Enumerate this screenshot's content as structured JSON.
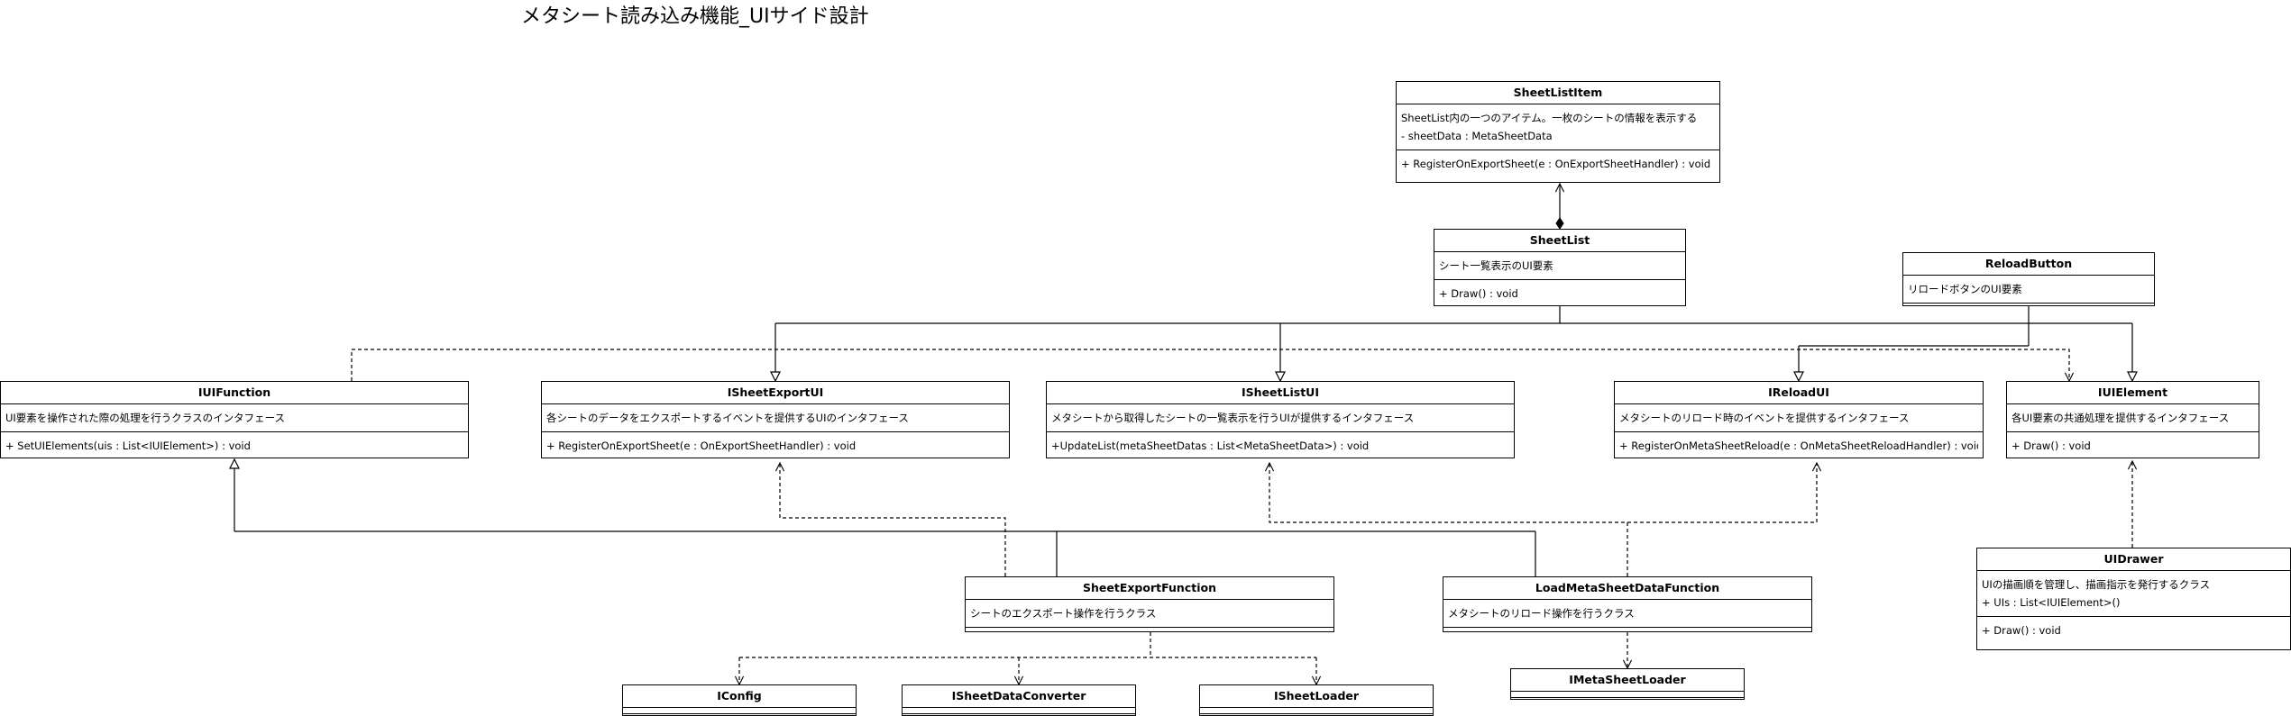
{
  "title": "メタシート読み込み機能_UIサイド設計",
  "classes": {
    "sheetlistitem": {
      "name": "SheetListItem",
      "desc": "SheetList内の一つのアイテム。一枚のシートの情報を表示する",
      "attr": "- sheetData : MetaSheetData",
      "method": "+ RegisterOnExportSheet(e : OnExportSheetHandler) : void"
    },
    "sheetlist": {
      "name": "SheetList",
      "desc": "シート一覧表示のUI要素",
      "method": "+ Draw() : void"
    },
    "reloadbutton": {
      "name": "ReloadButton",
      "desc": "リロードボタンのUI要素"
    },
    "iuifunction": {
      "name": "IUIFunction",
      "desc": "UI要素を操作された際の処理を行うクラスのインタフェース",
      "method": "+ SetUIElements(uis : List<IUIElement>) : void"
    },
    "isheetexportui": {
      "name": "ISheetExportUI",
      "desc": "各シートのデータをエクスポートするイベントを提供するUIのインタフェース",
      "method": "+ RegisterOnExportSheet(e : OnExportSheetHandler) : void"
    },
    "isheetlistui": {
      "name": "ISheetListUI",
      "desc": "メタシートから取得したシートの一覧表示を行うUIが提供するインタフェース",
      "method": "+UpdateList(metaSheetDatas : List<MetaSheetData>) : void"
    },
    "ireloadui": {
      "name": "IReloadUI",
      "desc": "メタシートのリロード時のイベントを提供するインタフェース",
      "method": "+ RegisterOnMetaSheetReload(e : OnMetaSheetReloadHandler) : void"
    },
    "iuielement": {
      "name": "IUIElement",
      "desc": "各UI要素の共通処理を提供するインタフェース",
      "method": "+ Draw() : void"
    },
    "uidrawer": {
      "name": "UIDrawer",
      "desc": "UIの描画順を管理し、描画指示を発行するクラス",
      "attr": "+ UIs : List<IUIElement>()",
      "method": "+ Draw() : void"
    },
    "sheetexportfunction": {
      "name": "SheetExportFunction",
      "desc": "シートのエクスポート操作を行うクラス"
    },
    "loadmetasheetdatafunction": {
      "name": "LoadMetaSheetDataFunction",
      "desc": "メタシートのリロード操作を行うクラス"
    },
    "iconfig": {
      "name": "IConfig"
    },
    "isheetdataconverter": {
      "name": "ISheetDataConverter"
    },
    "isheetloader": {
      "name": "ISheetLoader"
    },
    "imetasheetloader": {
      "name": "IMetaSheetLoader"
    }
  }
}
